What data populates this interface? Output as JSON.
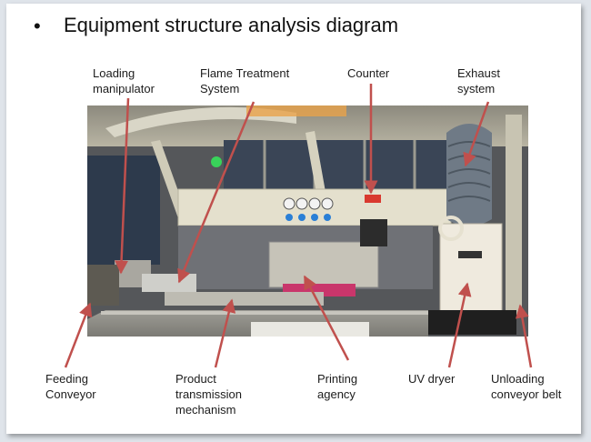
{
  "slide": {
    "bullet": "•",
    "title": "Equipment structure analysis diagram"
  },
  "labels": {
    "loading_manipulator": [
      "Loading",
      "manipulator"
    ],
    "flame_treatment": [
      "Flame Treatment",
      "System"
    ],
    "counter": [
      "Counter"
    ],
    "exhaust": [
      "Exhaust",
      "system"
    ],
    "feeding_conveyor": [
      "Feeding",
      "Conveyor"
    ],
    "product_transmission": [
      "Product",
      "transmission",
      "mechanism"
    ],
    "printing_agency": [
      "Printing",
      "agency"
    ],
    "uv_dryer": [
      "UV dryer"
    ],
    "unloading_conveyor": [
      "Unloading",
      "conveyor belt"
    ]
  },
  "colors": {
    "arrow": "#c0504d",
    "text": "#1c1c1c"
  }
}
